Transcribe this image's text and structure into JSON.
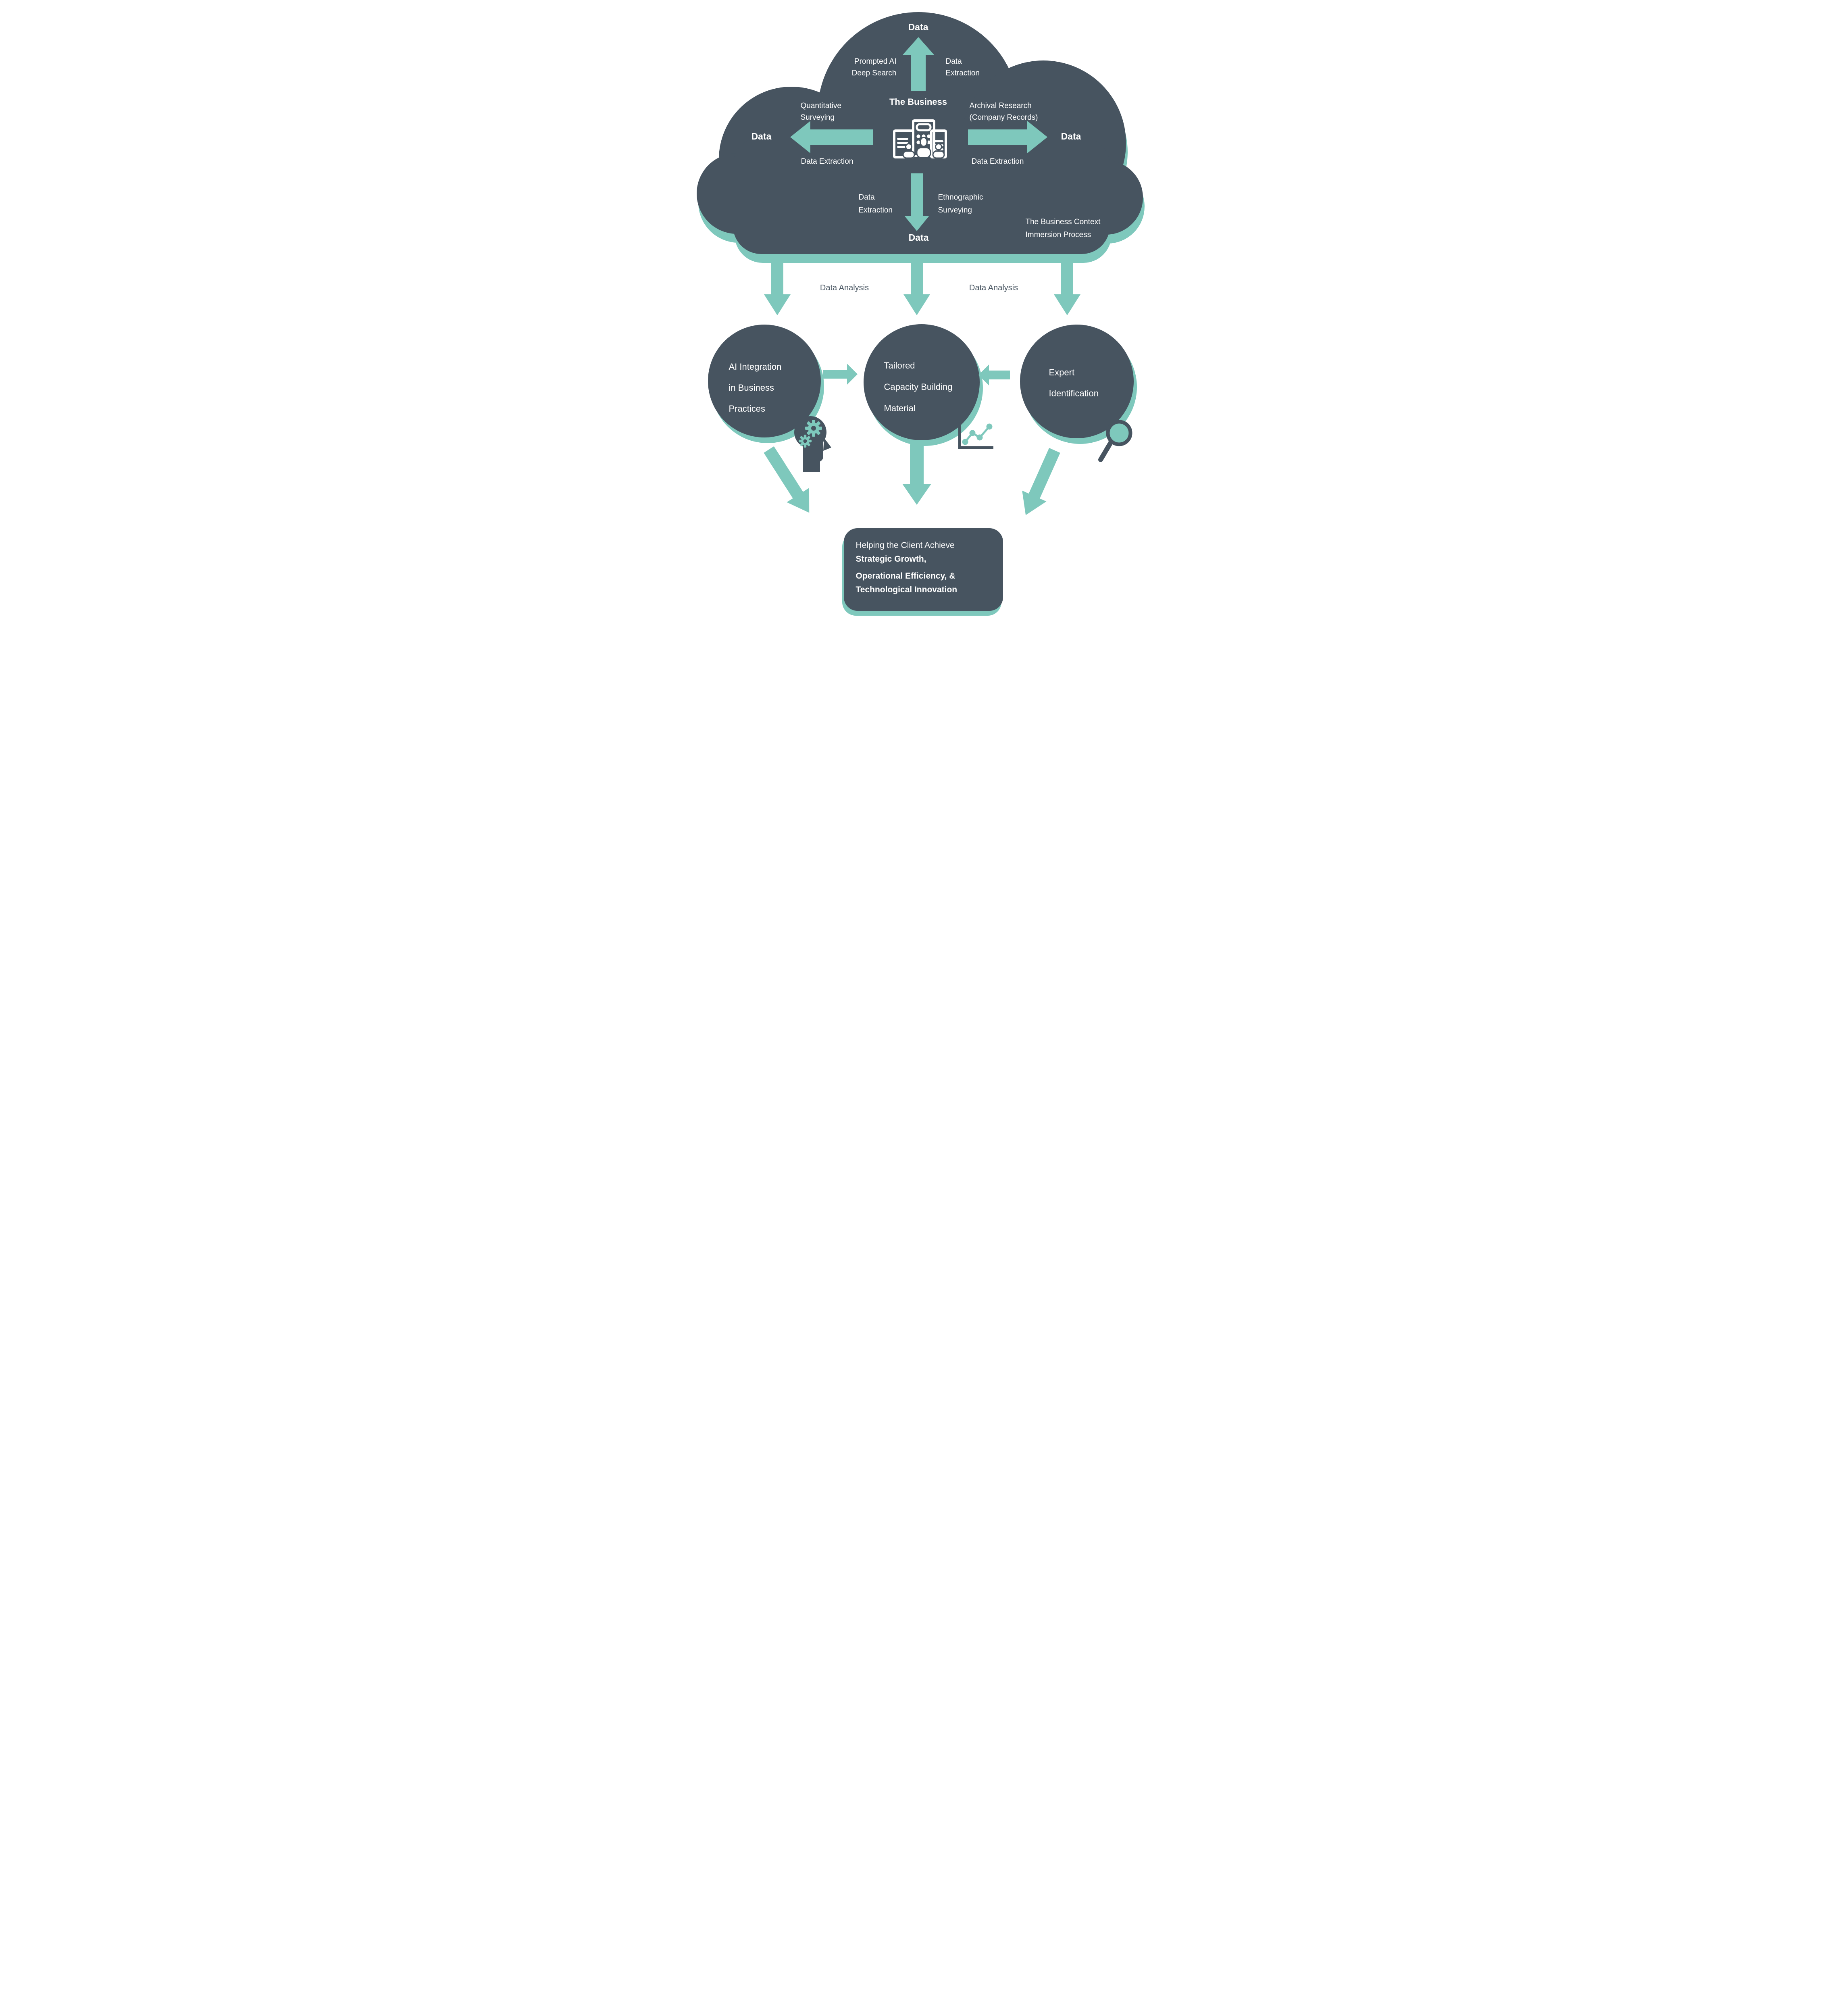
{
  "colors": {
    "slate": "#475460",
    "teal": "#7EC8BC",
    "background": "#FFFFFF",
    "text_on_dark": "#FFFFFF"
  },
  "cloud": {
    "center_title": "The Business",
    "center_icon": "business-buildings-people-icon",
    "context_line1": "The Business Context",
    "context_line2": "Immersion Process",
    "up": {
      "method_line1": "Prompted AI",
      "method_line2": "Deep Search",
      "extraction_line1": "Data",
      "extraction_line2": "Extraction",
      "result": "Data"
    },
    "left": {
      "method_line1": "Quantitative",
      "method_line2": "Surveying",
      "extraction": "Data Extraction",
      "result": "Data"
    },
    "right": {
      "method_line1": "Archival Research",
      "method_line2": "(Company Records)",
      "extraction": "Data Extraction",
      "result": "Data"
    },
    "down": {
      "method_line1": "Ethnographic",
      "method_line2": "Surveying",
      "extraction_line1": "Data",
      "extraction_line2": "Extraction",
      "result": "Data"
    }
  },
  "analysis": {
    "left": "Data Analysis",
    "right": "Data Analysis"
  },
  "outcomes": {
    "ai": {
      "line1": "AI Integration",
      "line2": "in Business",
      "line3": "Practices",
      "icon": "head-gears-icon"
    },
    "capacity": {
      "line1": "Tailored",
      "line2": "Capacity Building",
      "line3": "Material",
      "icon": "line-chart-icon"
    },
    "expert": {
      "line1": "Expert",
      "line2": "Identification",
      "icon": "magnifier-icon"
    }
  },
  "result": {
    "line1": "Helping the Client Achieve",
    "line2": "Strategic Growth,",
    "line3": "Operational Efficiency, &",
    "line4": "Technological Innovation"
  }
}
